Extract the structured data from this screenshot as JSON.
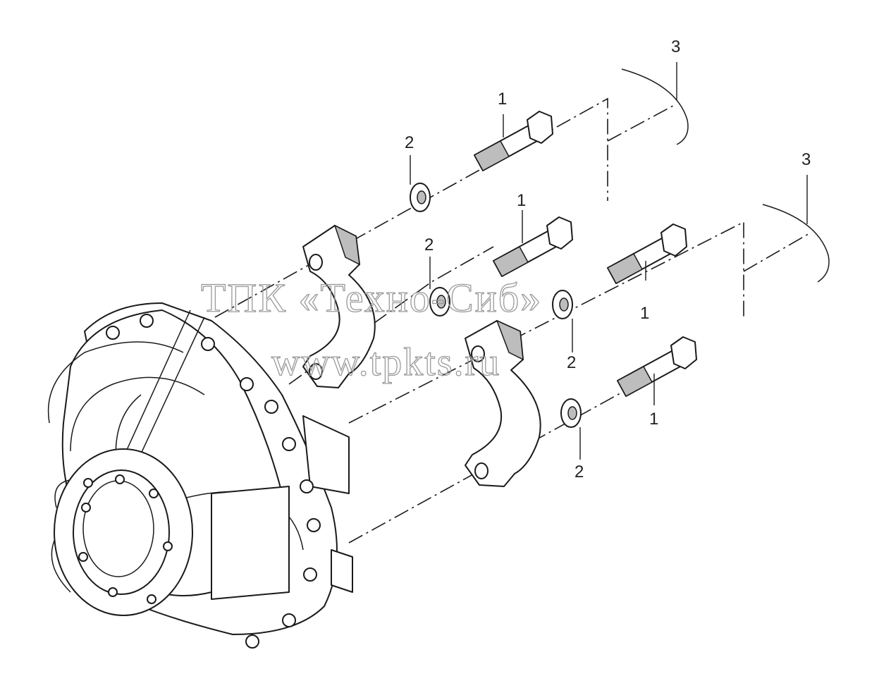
{
  "callouts": {
    "top_3": "3",
    "right_3": "3",
    "bolt_upper_1": "1",
    "bolt_upper_2": "1",
    "bolt_right_1": "1",
    "bolt_lower_1": "1",
    "washer_upper_1": "2",
    "washer_upper_2": "2",
    "washer_mid": "2",
    "washer_lower": "2"
  },
  "watermark": {
    "line1": "ТПК «Техно-Сиб»",
    "line2": "www.tpkts.ru"
  },
  "colors": {
    "line": "#1a1a1a",
    "shading": "#bdbdbd",
    "watermark": "#9a9a9a"
  }
}
